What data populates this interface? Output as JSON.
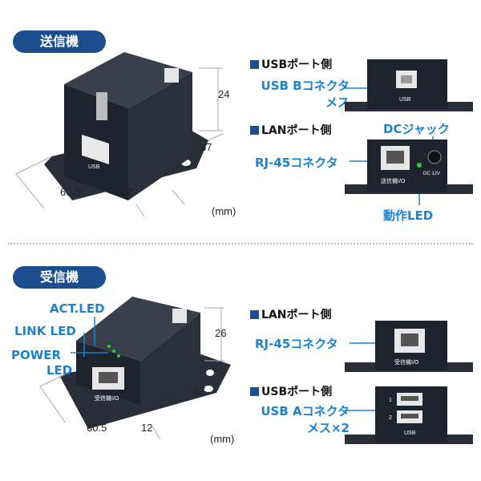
{
  "sender": {
    "badge": "送信機",
    "usb_side": {
      "heading": "USBポート側",
      "connector": [
        "USB Bコネクタ",
        "メス"
      ],
      "panel_label": "USB"
    },
    "lan_side": {
      "heading": "LANポート側",
      "connector": "RJ-45コネクタ",
      "dc": "DCジャック",
      "led": "動作LED",
      "panel_label": "送信機I/O",
      "dc_label": "DC 12V"
    },
    "dims": {
      "height": "24",
      "depth": "67",
      "width": "60.5",
      "flange": "12",
      "unit": "(mm)"
    },
    "device_usb_label": "USB"
  },
  "receiver": {
    "badge": "受信機",
    "leds": {
      "act": "ACT.LED",
      "link": "LINK LED",
      "power": [
        "POWER",
        "LED"
      ]
    },
    "lan_side": {
      "heading": "LANポート側",
      "connector": "RJ-45コネクタ",
      "panel_label": "受信機I/O"
    },
    "usb_side": {
      "heading": "USBポート側",
      "connector": [
        "USB Aコネクタ",
        "メス×2"
      ],
      "panel_label": "USB",
      "port_numbers": [
        "1",
        "2"
      ]
    },
    "dims": {
      "height": "26",
      "depth": "67",
      "width": "60.5",
      "flange": "12",
      "unit": "(mm)"
    },
    "device_io_label": "受信機I/O"
  },
  "colors": {
    "badge": "#1c4d8f",
    "callout": "#1a82d2",
    "device": "#1d2230"
  }
}
